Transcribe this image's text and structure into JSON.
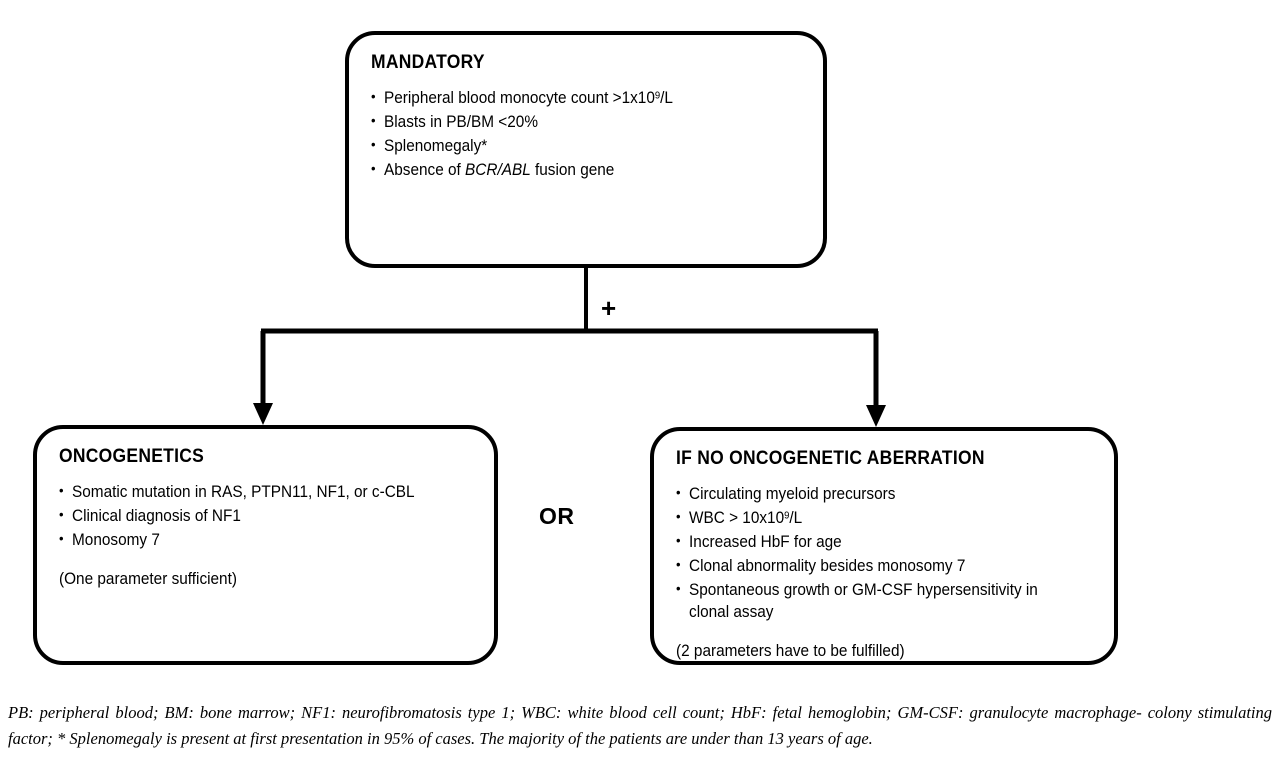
{
  "diagram": {
    "title": "JMML diagnostic criteria flowchart",
    "stroke_color": "#000000",
    "background_color": "#ffffff"
  },
  "boxes": {
    "mandatory": {
      "title": "MANDATORY",
      "bullets": [
        {
          "text": "Peripheral blood monocyte count >1x10",
          "sup": "9",
          "tail": "/L"
        },
        {
          "text": "Blasts in PB/BM <20%"
        },
        {
          "text": "Splenomegaly*"
        },
        {
          "pre": "Absence of ",
          "italic": "BCR/ABL",
          "post": " fusion gene"
        }
      ]
    },
    "oncogenetics": {
      "title": "ONCOGENETICS",
      "bullets": [
        {
          "text": "Somatic mutation in RAS, PTPN11, NF1, or c-CBL"
        },
        {
          "text": "Clinical diagnosis of NF1"
        },
        {
          "text": "Monosomy 7"
        }
      ],
      "note": "(One parameter sufficient)"
    },
    "no_aberration": {
      "title": "IF NO ONCOGENETIC ABERRATION",
      "bullets": [
        {
          "text": "Circulating myeloid precursors"
        },
        {
          "text": "WBC > 10x10",
          "sup": "9",
          "tail": "/L"
        },
        {
          "text": "Increased HbF for age"
        },
        {
          "text": "Clonal abnormality besides monosomy 7"
        },
        {
          "text": "Spontaneous growth or GM-CSF hypersensitivity in clonal assay"
        }
      ],
      "note": "(2 parameters have to be fulfilled)"
    }
  },
  "operators": {
    "plus": "+",
    "or": "OR"
  },
  "footnote": {
    "text": "PB: peripheral blood; BM: bone marrow; NF1: neurofibromatosis type 1; WBC: white blood cell count; HbF: fetal hemoglobin; GM-CSF: granulocyte macrophage- colony stimulating factor; * Splenomegaly is present at first presentation in 95% of cases. The majority of the patients are under than 13 years of age."
  }
}
